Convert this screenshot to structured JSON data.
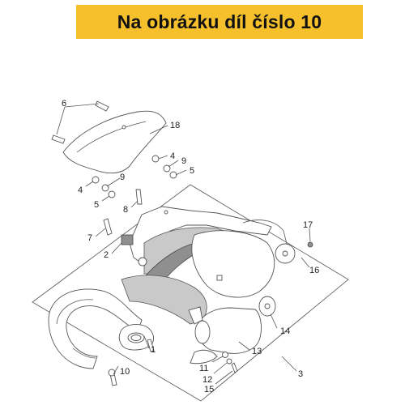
{
  "banner": {
    "text": "Na obrázku díl číslo 10",
    "color": "#f5c02c"
  },
  "callouts": [
    "1",
    "2",
    "3",
    "4",
    "4",
    "5",
    "5",
    "6",
    "7",
    "8",
    "9",
    "9",
    "10",
    "11",
    "12",
    "13",
    "14",
    "15",
    "16",
    "17",
    "18"
  ]
}
